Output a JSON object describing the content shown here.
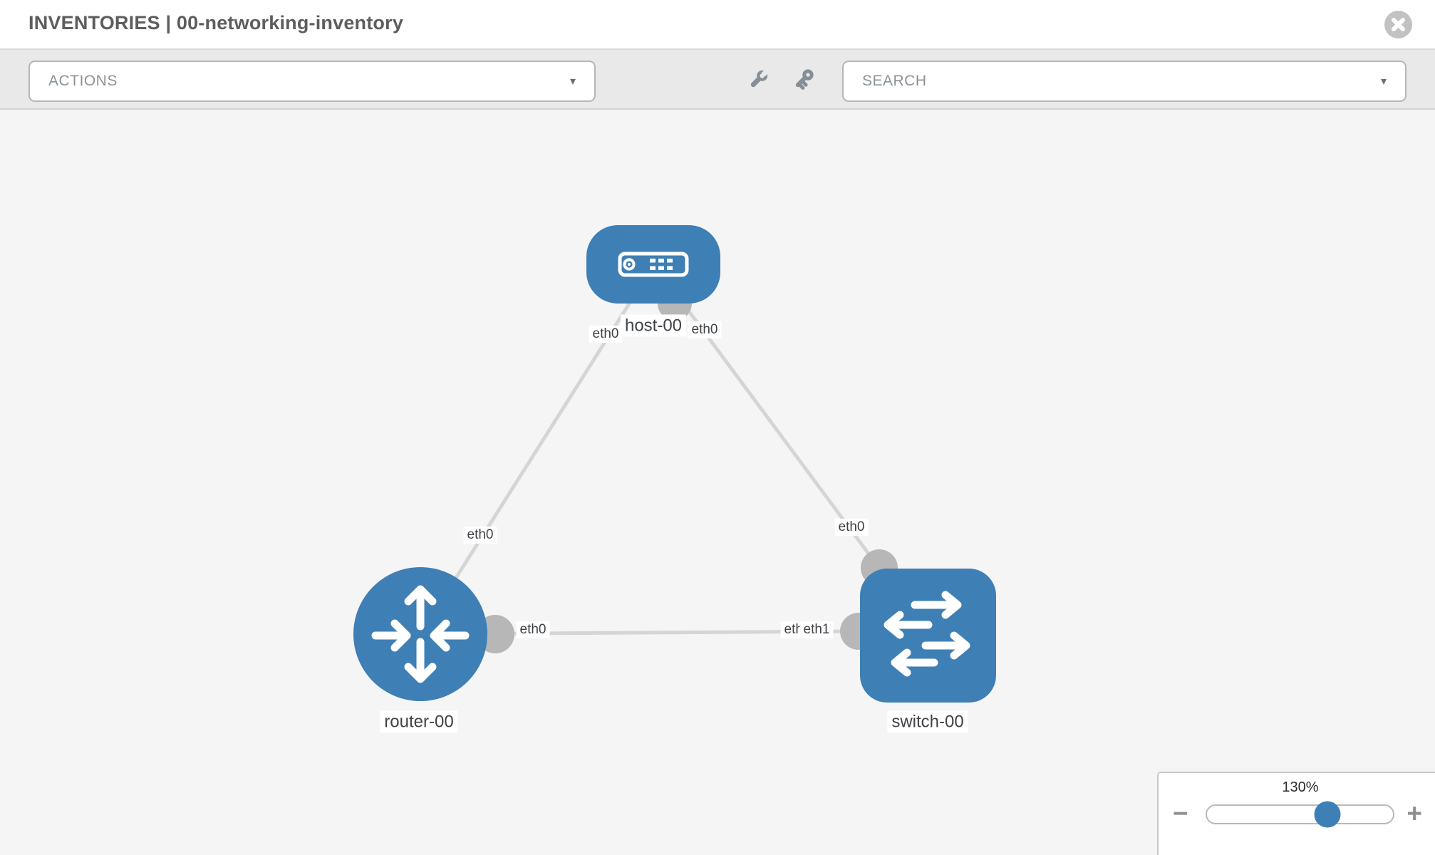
{
  "header": {
    "title": "INVENTORIES | 00-networking-inventory",
    "close_icon": "✕"
  },
  "toolbar": {
    "actions_label": "ACTIONS",
    "search_placeholder": "SEARCH",
    "caret": "▾",
    "icons": [
      "wrench-icon",
      "key-icon"
    ]
  },
  "colors": {
    "node_blue": "#3e7fb5",
    "edge_gray": "#d5d5d5",
    "interface_gray": "#b7b7b7",
    "toolbar_gray": "#e9e9e9",
    "canvas_gray": "#f5f5f5"
  },
  "topology": {
    "nodes": [
      {
        "id": "host-00",
        "type": "host",
        "label": "host-00"
      },
      {
        "id": "router-00",
        "type": "router",
        "label": "router-00"
      },
      {
        "id": "switch-00",
        "type": "switch",
        "label": "switch-00"
      }
    ],
    "edges": [
      {
        "from": "host-00",
        "to": "router-00"
      },
      {
        "from": "host-00",
        "to": "switch-00"
      },
      {
        "from": "router-00",
        "to": "switch-00"
      }
    ],
    "edge_labels": {
      "host_left": "eth0",
      "host_right": "eth0",
      "mid_left_edge": "eth0",
      "mid_right_edge": "eth0",
      "router_horizontal": "eth0",
      "switch_horizontal_back": "eth0",
      "switch_horizontal_front": "eth1"
    }
  },
  "zoom_control": {
    "value": "130%",
    "percent": 65,
    "minus_label": "−",
    "plus_label": "+"
  }
}
